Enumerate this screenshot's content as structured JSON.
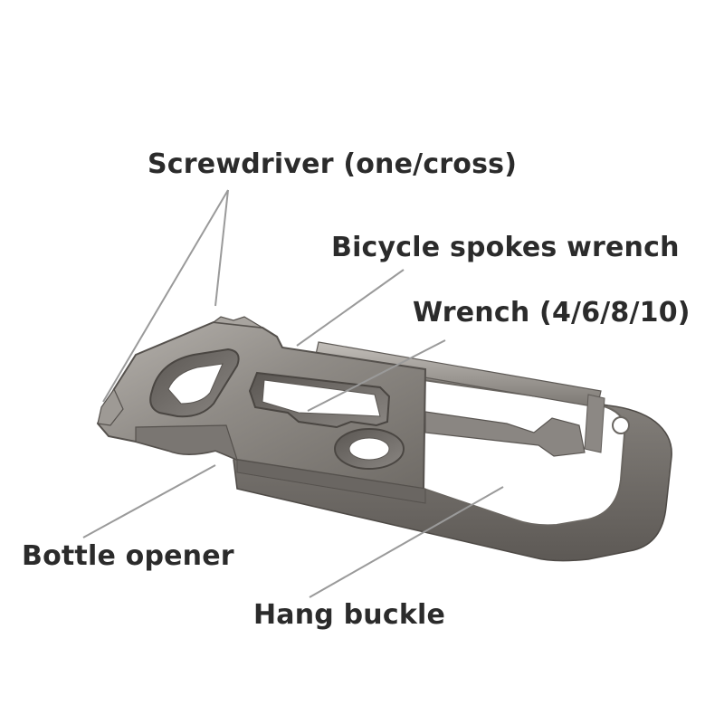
{
  "labels": {
    "screwdriver": "Screwdriver (one/cross)",
    "spokes_wrench": "Bicycle spokes wrench",
    "wrench": "Wrench (4/6/8/10)",
    "bottle_opener": "Bottle opener",
    "hang_buckle": "Hang buckle"
  },
  "colors": {
    "background": "#ffffff",
    "label_text": "#2b2b2b",
    "leader_line": "#9a9a9a",
    "metal_light": "#a29f9b",
    "metal_mid": "#7f7b77",
    "metal_dark": "#56524e"
  }
}
